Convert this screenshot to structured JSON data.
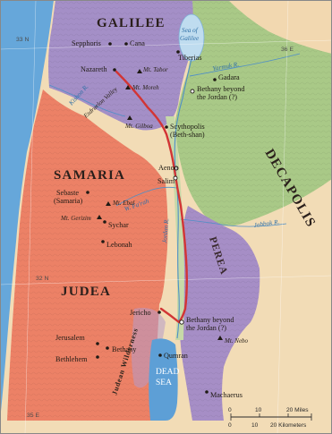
{
  "regions": {
    "galilee": "GALILEE",
    "samaria": "SAMARIA",
    "judea": "JUDEA",
    "decapolis": "DECAPOLIS",
    "perea": "PEREA"
  },
  "water": {
    "sea_of_galilee": [
      "Sea of",
      "Galilee"
    ],
    "dead_sea": [
      "DEAD",
      "SEA"
    ],
    "yarmuk": "Yarmuk R.",
    "kishon": "Kishon R.",
    "wadi_farah": "W. Fa'rah",
    "jabbok": "Jabbok R.",
    "jordan": "Jordan R."
  },
  "valleys": {
    "esdraelon": "Esdraelon Valley",
    "judean_wilderness": "Judean Wilderness"
  },
  "cities": {
    "sepphoris": "Sepphoris",
    "cana": "Cana",
    "tiberias": "Tiberias",
    "nazareth": "Nazareth",
    "gadara": "Gadara",
    "bethany_north": [
      "Bethany beyond",
      "the Jordan (?)"
    ],
    "scythopolis": [
      "Scythopolis",
      "(Beth-shan)"
    ],
    "aenon": "Aenon",
    "salim": "Salim",
    "sebaste": [
      "Sebaste",
      "(Samaria)"
    ],
    "sychar": "Sychar",
    "lebonah": "Lebonah",
    "jericho": "Jericho",
    "bethany_south": [
      "Bethany beyond",
      "the Jordan (?)"
    ],
    "jerusalem": "Jerusalem",
    "bethany": "Bethany",
    "bethlehem": "Bethlehem",
    "qumran": "Qumran",
    "machaerus": "Machaerus"
  },
  "mountains": {
    "tabor": "Mt. Tabor",
    "moreh": "Mt. Moreh",
    "gilboa": "Mt. Gilboa",
    "ebal": "Mt. Ebal",
    "gerizim": "Mt. Gerizim",
    "nebo": "Mt. Nebo"
  },
  "grid_labels": {
    "n33": "33 N",
    "e36": "36 E",
    "n32": "32 N",
    "e35": "35 E"
  },
  "scale": {
    "miles": [
      "0",
      "10",
      "20 Miles"
    ],
    "km": [
      "0",
      "10",
      "20 Kilometers"
    ]
  },
  "colors": {
    "galilee": "#a48fc7",
    "samaria_judea": "#ec8166",
    "decapolis": "#a8c885",
    "perea": "#a58dc6",
    "desert": "#f4dcb8",
    "sea": "#5d9fd6",
    "lake": "#bfdcef",
    "route": "#d23535"
  }
}
